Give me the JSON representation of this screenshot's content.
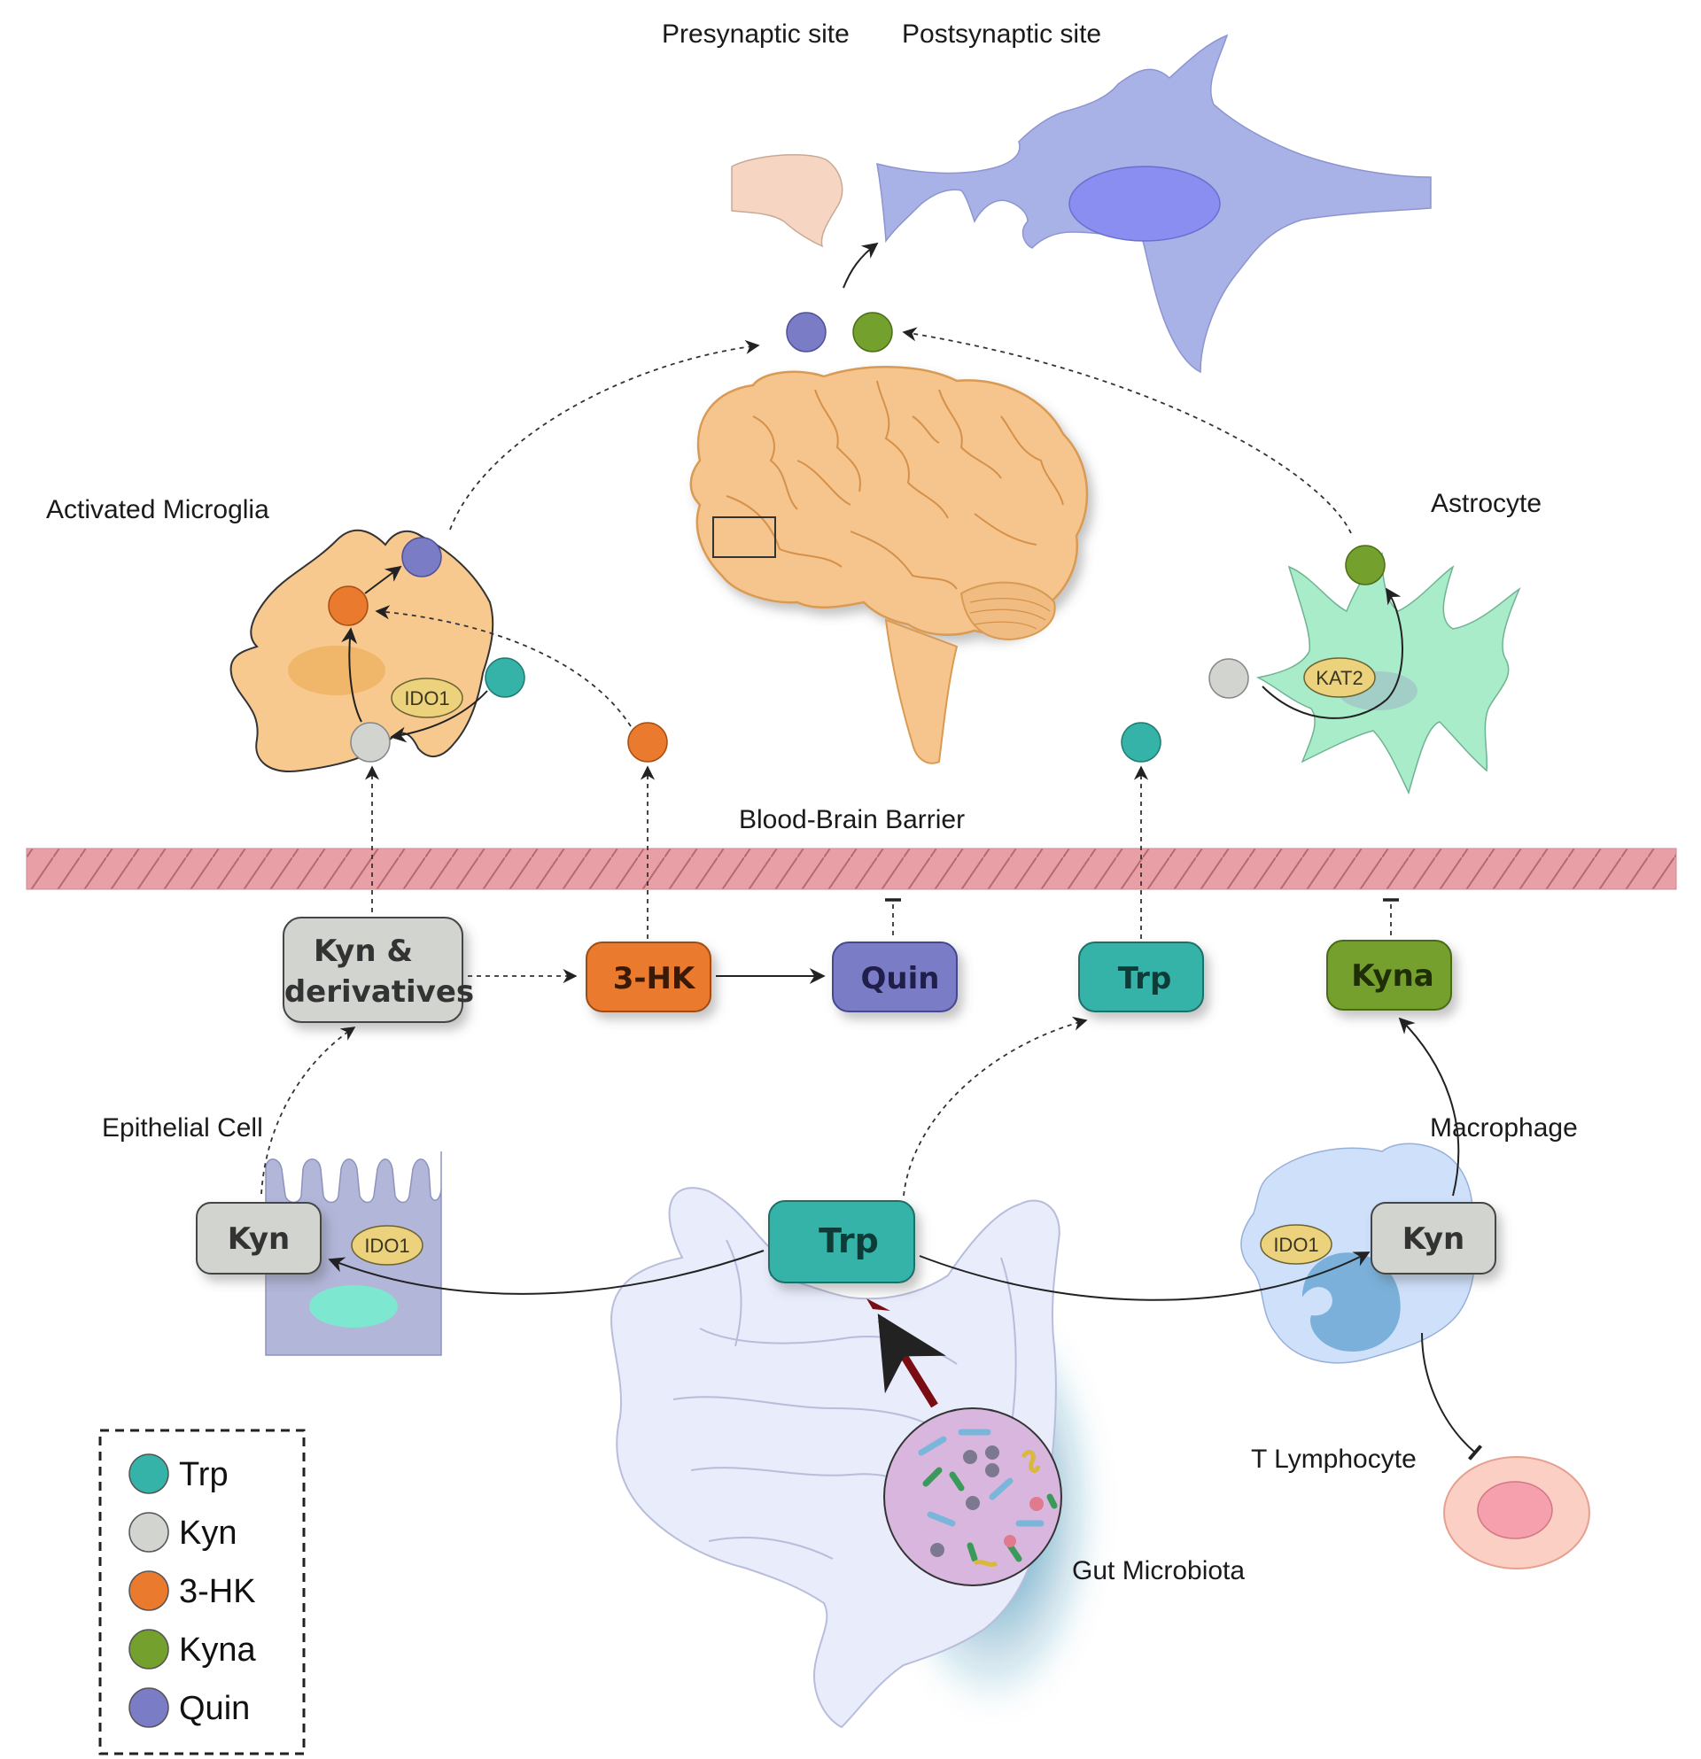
{
  "labels": {
    "presynaptic": "Presynaptic site",
    "postsynaptic": "Postsynaptic site",
    "activated_microglia": "Activated Microglia",
    "astrocyte": "Astrocyte",
    "bbb": "Blood-Brain Barrier",
    "epithelial_cell": "Epithelial Cell",
    "macrophage": "Macrophage",
    "t_lymphocyte": "T Lymphocyte",
    "gut_microbiota": "Gut Microbiota"
  },
  "enzymes": {
    "microglia": "IDO1",
    "astrocyte": "KAT2",
    "epithelial": "IDO1",
    "macrophage": "IDO1"
  },
  "boxes": {
    "kyn_derivatives_line1": "Kyn &",
    "kyn_derivatives_line2": "derivatives",
    "hk": "3-HK",
    "quin": "Quin",
    "trp_blood": "Trp",
    "kyna": "Kyna",
    "kyn_epithelial": "Kyn",
    "trp_gut": "Trp",
    "kyn_macrophage": "Kyn"
  },
  "legend": {
    "items": [
      {
        "label": "Trp",
        "color": "#35b3a8"
      },
      {
        "label": "Kyn",
        "color": "#d2d4d0"
      },
      {
        "label": "3-HK",
        "color": "#ea7a2e"
      },
      {
        "label": "Kyna",
        "color": "#74a02d"
      },
      {
        "label": "Quin",
        "color": "#7a7cc6"
      }
    ]
  },
  "colors": {
    "trp": "#35b3a8",
    "kyn": "#d2d4d0",
    "hk": "#ea7a2e",
    "kyna": "#74a02d",
    "quin": "#7a7cc6",
    "barrier": "#e8a0a6",
    "neuron": "#a9b2e6",
    "brain": "#f6c58e",
    "microglia": "#f7c98f",
    "astrocyte": "#a8ecc9",
    "epithelial": "#b2b6d9",
    "macrophage": "#cfe0fb",
    "gut": "#e9ecfb",
    "microbiota": "#d8b6de",
    "arrow_dark_red": "#7a0d12"
  }
}
